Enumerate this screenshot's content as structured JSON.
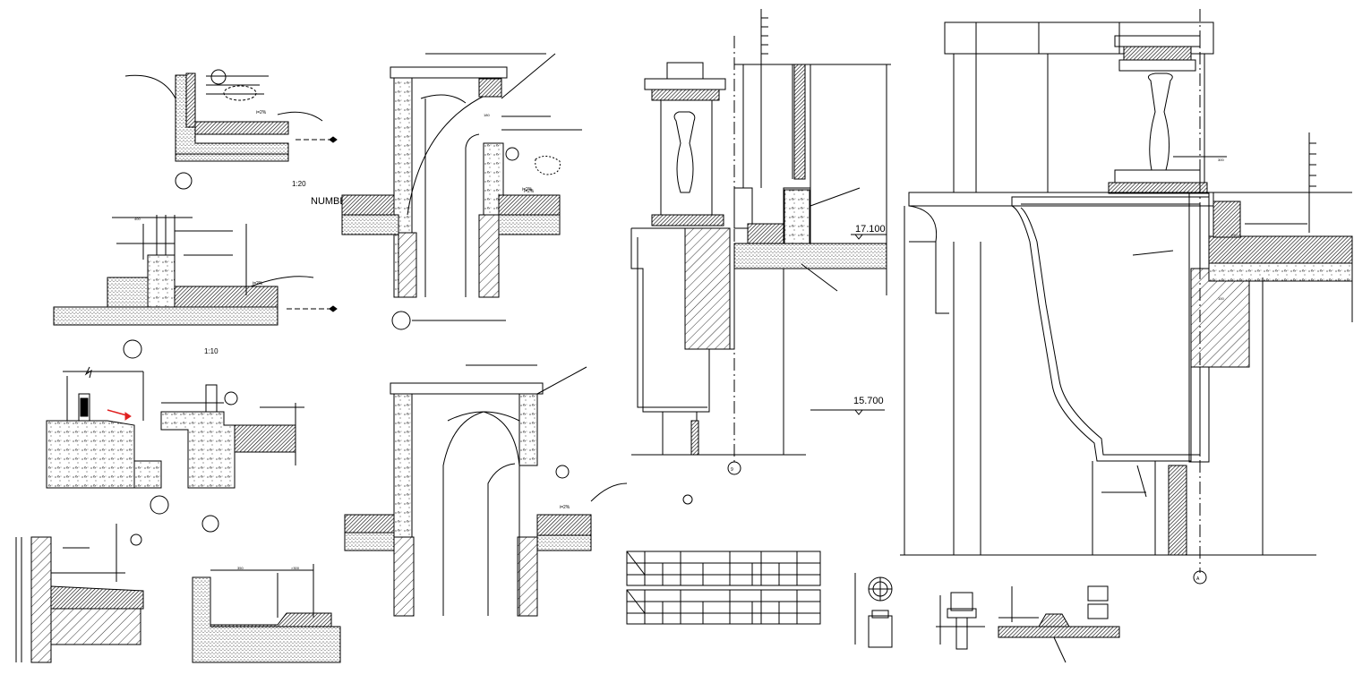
{
  "drawing": {
    "scale_labels": [
      "1:20",
      "1:10"
    ],
    "number_label": "NUMBER",
    "elevations": [
      "17.100",
      "15.700"
    ],
    "axis_tags": [
      "9",
      "A"
    ],
    "slope_labels": [
      "i=2%",
      "i=2%",
      "i=2%",
      "i=2%",
      "i=2%"
    ],
    "dims": {
      "d_400": "400",
      "d_250": "250",
      "d_350": "350",
      "d_300": "300",
      "d_100": "100",
      "d_180": "180",
      "d_1500": ">300"
    }
  },
  "colors": {
    "line": "#000000",
    "hatch_fill": "#000000",
    "leader_red": "#e02020",
    "background": "#ffffff"
  }
}
